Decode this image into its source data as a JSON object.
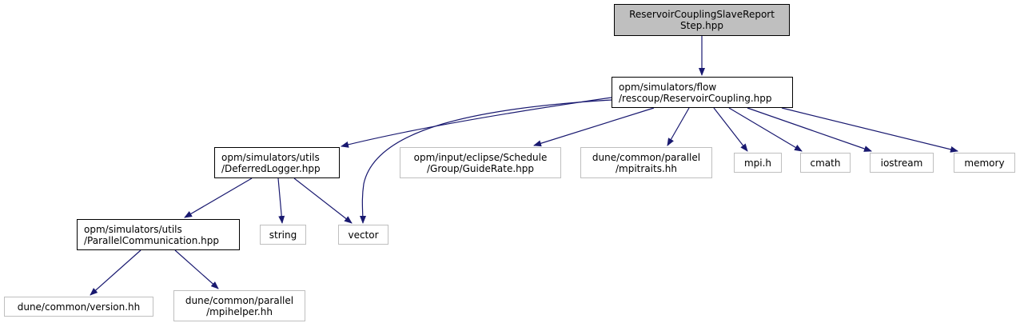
{
  "colors": {
    "edge": "#191970",
    "root_fill": "#bfbfbf",
    "ext_border": "#bfbfbf",
    "doc_border": "#000000"
  },
  "nodes": {
    "root": {
      "lines": [
        "ReservoirCouplingSlaveReport",
        "Step.hpp"
      ]
    },
    "reservoir_coupling": {
      "lines": [
        "opm/simulators/flow",
        "/rescoup/ReservoirCoupling.hpp"
      ]
    },
    "deferred_logger": {
      "lines": [
        "opm/simulators/utils",
        "/DeferredLogger.hpp"
      ]
    },
    "guide_rate": {
      "lines": [
        "opm/input/eclipse/Schedule",
        "/Group/GuideRate.hpp"
      ]
    },
    "mpitraits": {
      "lines": [
        "dune/common/parallel",
        "/mpitraits.hh"
      ]
    },
    "mpi_h": {
      "lines": [
        "mpi.h"
      ]
    },
    "cmath": {
      "lines": [
        "cmath"
      ]
    },
    "iostream": {
      "lines": [
        "iostream"
      ]
    },
    "memory": {
      "lines": [
        "memory"
      ]
    },
    "parallel_communication": {
      "lines": [
        "opm/simulators/utils",
        "/ParallelCommunication.hpp"
      ]
    },
    "string": {
      "lines": [
        "string"
      ]
    },
    "vector": {
      "lines": [
        "vector"
      ]
    },
    "version": {
      "lines": [
        "dune/common/version.hh"
      ]
    },
    "mpihelper": {
      "lines": [
        "dune/common/parallel",
        "/mpihelper.hh"
      ]
    }
  },
  "edges": [
    {
      "from": "root",
      "to": "reservoir_coupling"
    },
    {
      "from": "reservoir_coupling",
      "to": "deferred_logger"
    },
    {
      "from": "reservoir_coupling",
      "to": "vector"
    },
    {
      "from": "reservoir_coupling",
      "to": "guide_rate"
    },
    {
      "from": "reservoir_coupling",
      "to": "mpitraits"
    },
    {
      "from": "reservoir_coupling",
      "to": "mpi_h"
    },
    {
      "from": "reservoir_coupling",
      "to": "cmath"
    },
    {
      "from": "reservoir_coupling",
      "to": "iostream"
    },
    {
      "from": "reservoir_coupling",
      "to": "memory"
    },
    {
      "from": "deferred_logger",
      "to": "parallel_communication"
    },
    {
      "from": "deferred_logger",
      "to": "string"
    },
    {
      "from": "deferred_logger",
      "to": "vector"
    },
    {
      "from": "parallel_communication",
      "to": "version"
    },
    {
      "from": "parallel_communication",
      "to": "mpihelper"
    }
  ]
}
